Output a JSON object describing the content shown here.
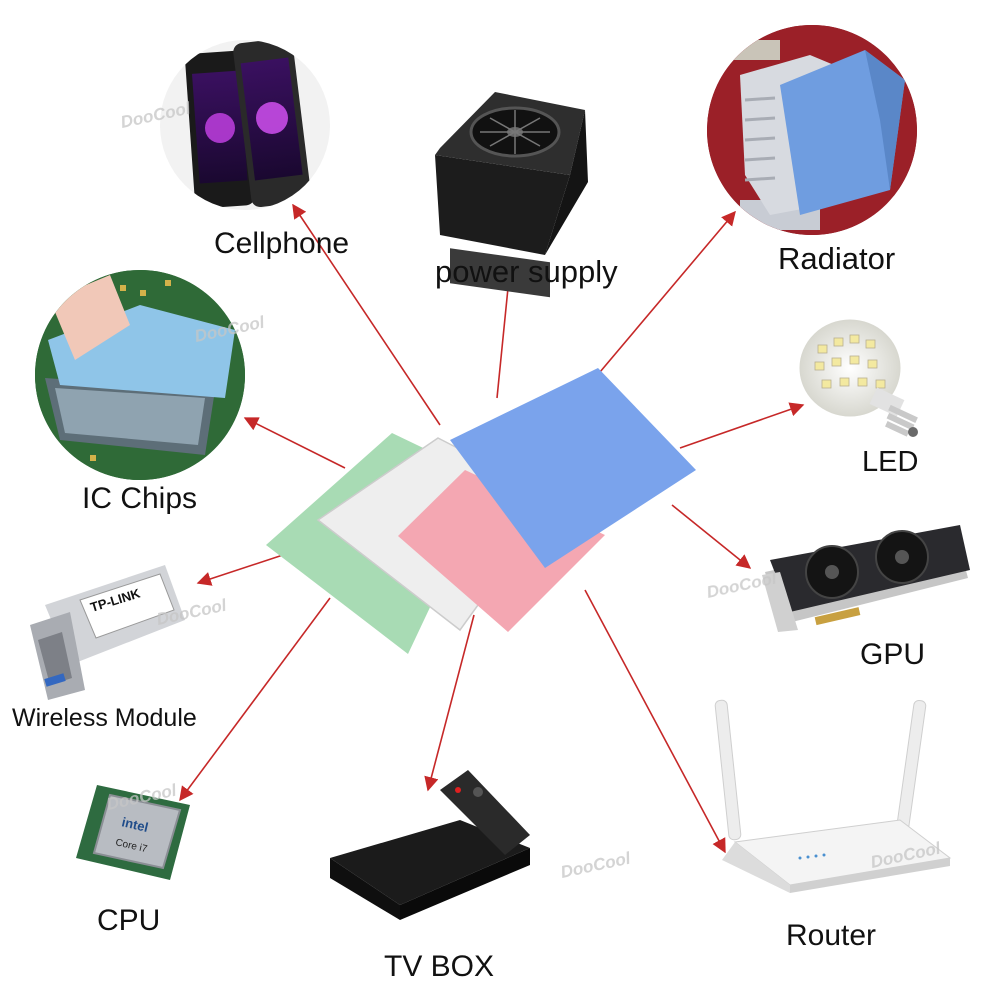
{
  "labels": {
    "cellphone": "Cellphone",
    "power_supply": "power supply",
    "radiator": "Radiator",
    "ic_chips": "IC Chips",
    "led": "LED",
    "gpu": "GPU",
    "wireless_module": "Wireless Module",
    "cpu": "CPU",
    "tv_box": "TV BOX",
    "router": "Router"
  },
  "product_text": {
    "sfp_brand": "TP-LINK",
    "cpu_brand": "intel",
    "cpu_model": "Core i7"
  },
  "watermark": "DooCool",
  "colors": {
    "arrow": "#c62828",
    "pad_green": "#a8dbb4",
    "pad_white": "#f2f2f2",
    "pad_pink": "#f4a7b2",
    "pad_blue": "#7aa3ec"
  }
}
